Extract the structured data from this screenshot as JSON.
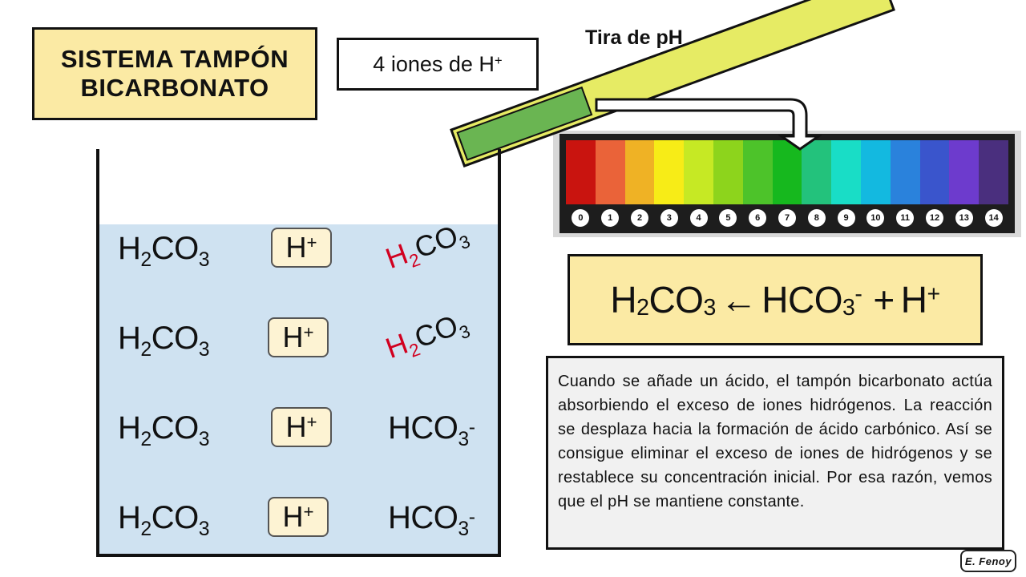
{
  "title": {
    "line1": "SISTEMA TAMPÓN",
    "line2": "BICARBONATO"
  },
  "ions_label": {
    "text": "4 iones de H",
    "sup": "+"
  },
  "strip_label": "Tira de pH",
  "strip_colors": {
    "strip": "#e6eb64",
    "indicator": "#6ab552"
  },
  "ph_scale": {
    "numbers": [
      "0",
      "1",
      "2",
      "3",
      "4",
      "5",
      "6",
      "7",
      "8",
      "9",
      "10",
      "11",
      "12",
      "13",
      "14"
    ],
    "colors": [
      "#c9140f",
      "#ea6339",
      "#efb225",
      "#f7ec17",
      "#c6e924",
      "#8dd41c",
      "#4dc32a",
      "#16b81e",
      "#23c27c",
      "#19ddc6",
      "#13b9e0",
      "#2a82dc",
      "#3a55cc",
      "#6d3bcd",
      "#4a2f7e"
    ]
  },
  "beaker": {
    "left_column": [
      {
        "a": "H",
        "sub": "2",
        "b": "CO",
        "sub2": "3"
      },
      {
        "a": "H",
        "sub": "2",
        "b": "CO",
        "sub2": "3"
      },
      {
        "a": "H",
        "sub": "2",
        "b": "CO",
        "sub2": "3"
      },
      {
        "a": "H",
        "sub": "2",
        "b": "CO",
        "sub2": "3"
      }
    ],
    "h_ions": [
      {
        "text": "H",
        "sup": "+"
      },
      {
        "text": "H",
        "sup": "+"
      },
      {
        "text": "H",
        "sup": "+"
      },
      {
        "text": "H",
        "sup": "+"
      }
    ],
    "forming": [
      {
        "h": "H",
        "sub": "2",
        "rest": "CO",
        "sub2": "3"
      },
      {
        "h": "H",
        "sub": "2",
        "rest": "CO",
        "sub2": "3"
      }
    ],
    "bicarbonate": [
      {
        "text": "HCO",
        "sub": "3",
        "sup": "-"
      },
      {
        "text": "HCO",
        "sub": "3",
        "sup": "-"
      }
    ],
    "solution_color": "#cfe2f1"
  },
  "equation": {
    "left": "H",
    "left_sub": "2",
    "left_mid": "CO",
    "left_sub2": "3",
    "arrow": "←",
    "mid": "HCO",
    "mid_sub": "3",
    "mid_sup": "-",
    "plus": "+",
    "right": "H",
    "right_sup": "+"
  },
  "explanation": "Cuando se añade un ácido, el tampón bicarbonato actúa absorbiendo el exceso de iones hidrógenos.  La reacción se desplaza hacia la formación de ácido carbónico. Así se consigue eliminar el exceso de iones de hidrógenos  y se restablece su concentración inicial. Por esa razón, vemos que el pH se mantiene constante.",
  "signature": "E. Fenoy"
}
